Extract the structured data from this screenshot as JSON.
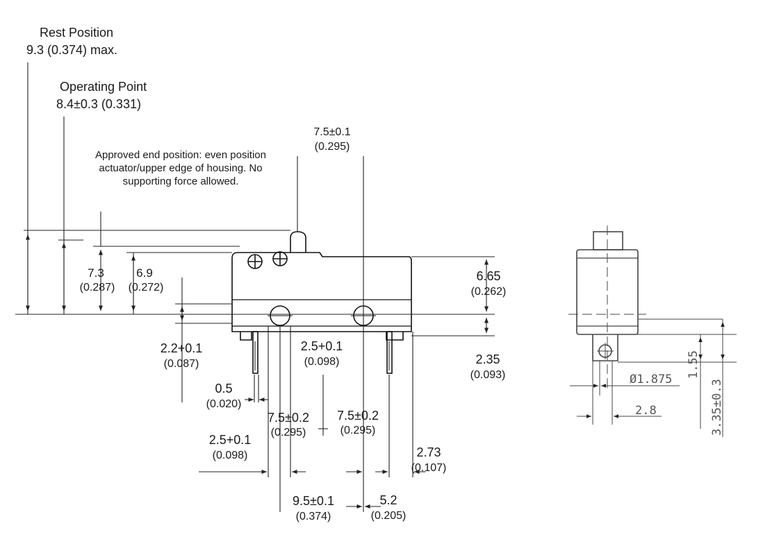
{
  "rest_position": {
    "label": "Rest Position",
    "value": "9.3 (0.374) max."
  },
  "operating_point": {
    "label": "Operating Point",
    "value": "8.4±0.3 (0.331)"
  },
  "approved_end_note": "Approved end position: even position actuator/upper edge of housing.  No supporting force allowed.",
  "dimensions": {
    "actuator_offset": {
      "mm": "7.5±0.1",
      "in": "(0.295)"
    },
    "d_7_3": {
      "mm": "7.3",
      "in": "(0.287)"
    },
    "d_6_9": {
      "mm": "6.9",
      "in": "(0.272)"
    },
    "d_6_65": {
      "mm": "6.65",
      "in": "(0.262)"
    },
    "d_2_2": {
      "mm": "2.2+0.1",
      "in": "(0.087)"
    },
    "d_2_5_center": {
      "mm": "2.5+0.1",
      "in": "(0.098)"
    },
    "d_2_35": {
      "mm": "2.35",
      "in": "(0.093)"
    },
    "d_0_5": {
      "mm": "0.5",
      "in": "(0.020)"
    },
    "d_7_5_left": {
      "mm": "7.5±0.2",
      "in": "(0.295)"
    },
    "d_7_5_right": {
      "mm": "7.5±0.2",
      "in": "(0.295)"
    },
    "d_2_5_left": {
      "mm": "2.5+0.1",
      "in": "(0.098)"
    },
    "d_2_73": {
      "mm": "2.73",
      "in": "(0.107)"
    },
    "d_9_5": {
      "mm": "9.5±0.1",
      "in": "(0.374)"
    },
    "d_5_2": {
      "mm": "5.2",
      "in": "(0.205)"
    }
  },
  "side_view": {
    "hole_dia": "Ø1.875",
    "width": "2.8",
    "h1": "1.55",
    "h2": "3.35±0.3"
  },
  "colors": {
    "line": "#111111",
    "dim_line": "#333333",
    "side_view_line": "#444444"
  }
}
